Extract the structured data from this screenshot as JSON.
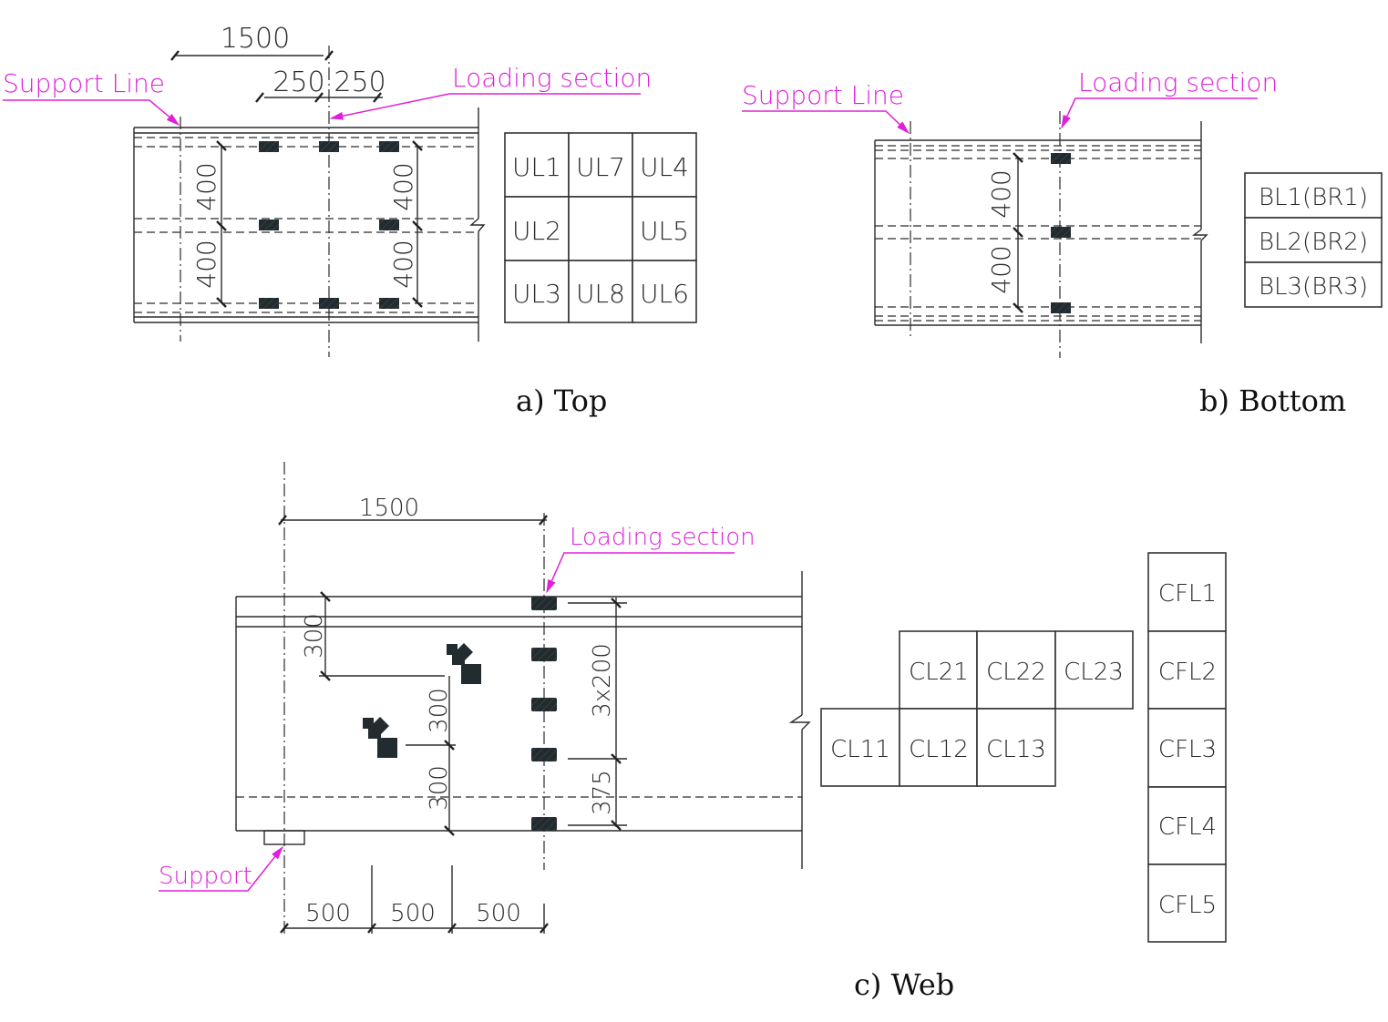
{
  "top_panel": {
    "caption": "a) Top",
    "support_line_label": "Support Line",
    "loading_section_label": "Loading section",
    "dim_span": "1500",
    "dim_left_offset": "250",
    "dim_right_offset": "250",
    "dim_vertical": [
      "400",
      "400",
      "400",
      "400"
    ],
    "gauge_table": [
      [
        "UL1",
        "UL7",
        "UL4"
      ],
      [
        "UL2",
        "",
        "UL5"
      ],
      [
        "UL3",
        "UL8",
        "UL6"
      ]
    ]
  },
  "bottom_panel": {
    "caption": "b) Bottom",
    "support_line_label": "Support Line",
    "loading_section_label": "Loading section",
    "dim_vertical": [
      "400",
      "400"
    ],
    "gauge_table": [
      "BL1(BR1)",
      "BL2(BR2)",
      "BL3(BR3)"
    ]
  },
  "web_panel": {
    "caption": "c) Web",
    "support_label": "Support",
    "loading_section_label": "Loading section",
    "dim_span": "1500",
    "dim_bottom": [
      "500",
      "500",
      "500"
    ],
    "dim_rosette_top": "300",
    "dim_rosette_mid": "300",
    "dim_rosette_bottom": "300",
    "dim_gauge_spacing": "3x200",
    "dim_gauge_bottom": "375",
    "rosette_table_row1": [
      "CL21",
      "CL22",
      "CL23"
    ],
    "rosette_table_row2": [
      "CL11",
      "CL12",
      "CL13"
    ],
    "flange_table": [
      "CFL1",
      "CFL2",
      "CFL3",
      "CFL4",
      "CFL5"
    ]
  }
}
